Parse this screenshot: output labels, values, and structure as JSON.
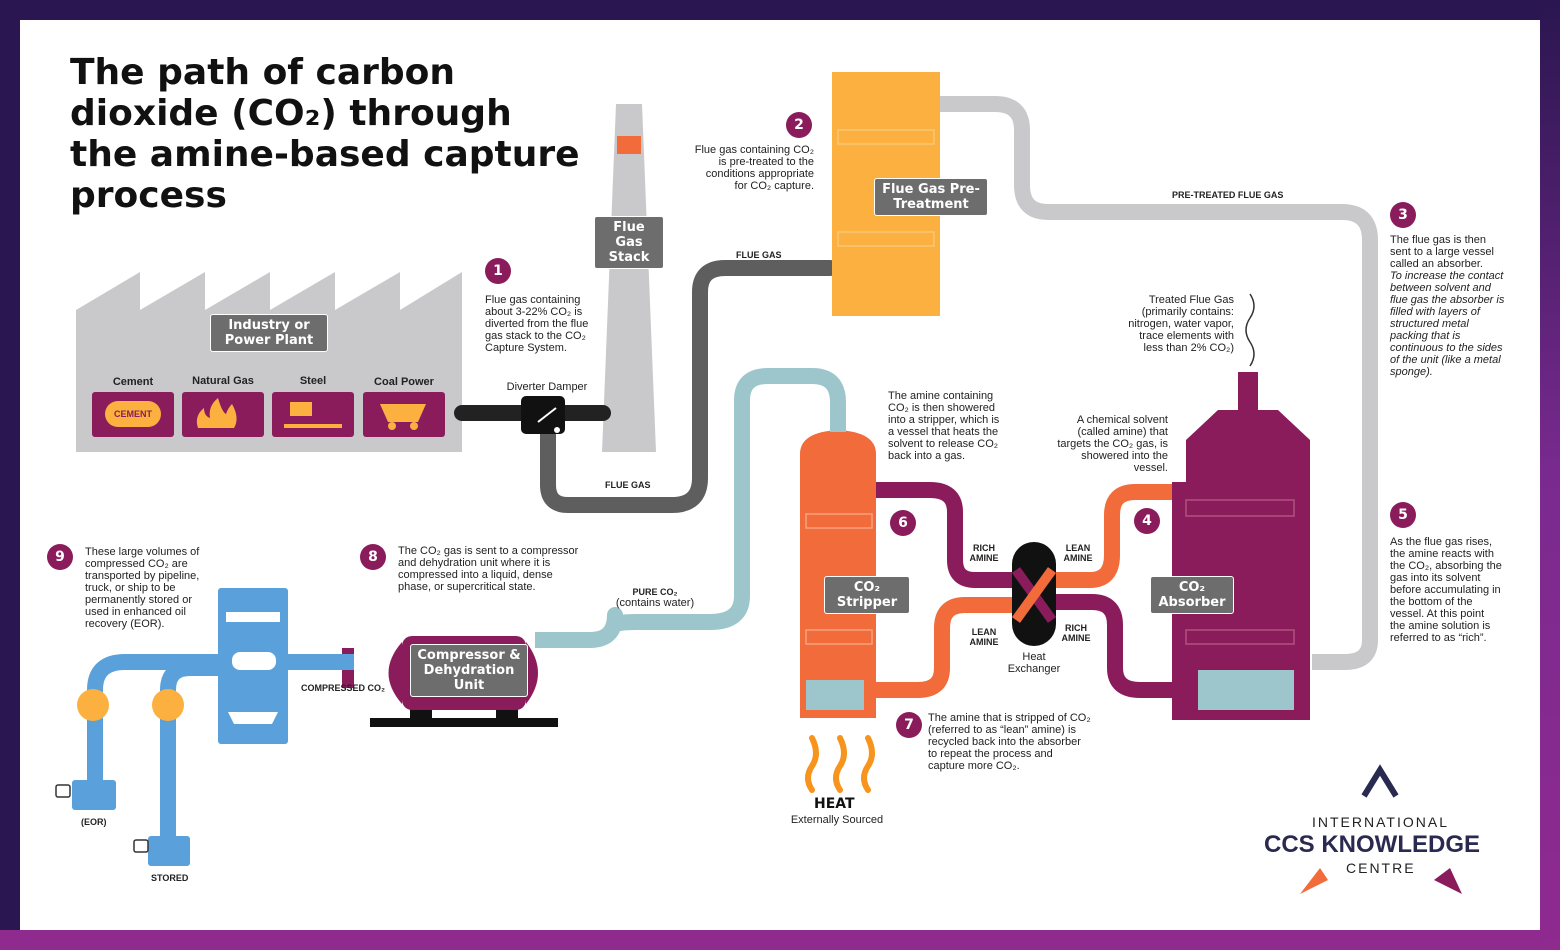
{
  "title": "The path of carbon dioxide (CO₂) through the amine-based capture process",
  "steps": [
    {
      "num": "1",
      "text": "Flue gas containing about 3-22% CO₂ is diverted from the flue gas stack to the CO₂ Capture System."
    },
    {
      "num": "2",
      "text": "Flue gas containing CO₂ is pre-treated to the conditions appropriate for CO₂ capture."
    },
    {
      "num": "3",
      "text": "The flue gas is then sent to a large vessel called an absorber.",
      "text_italic": "To increase the contact between solvent and flue gas the absorber is filled with layers of structured metal packing that is continuous to the sides of the unit (like a metal sponge)."
    },
    {
      "num": "4",
      "text": "A chemical solvent (called amine) that targets the CO₂ gas, is showered into the vessel."
    },
    {
      "num": "5",
      "text": "As the flue gas rises, the amine reacts with the CO₂, absorbing the gas into its solvent before accumulating in the bottom of the vessel. At this point the amine solution is referred to as “rich”."
    },
    {
      "num": "6",
      "text": "The amine containing CO₂ is then showered into a stripper, which is a vessel that heats the solvent to release CO₂ back into a gas."
    },
    {
      "num": "7",
      "text": "The amine that is stripped of CO₂ (referred to as “lean” amine) is recycled back into the absorber to repeat the process and capture more CO₂."
    },
    {
      "num": "8",
      "text": "The CO₂ gas is sent to a compressor and dehydration unit where it is compressed into a liquid, dense phase, or supercritical state."
    },
    {
      "num": "9",
      "text": "These large volumes of compressed CO₂ are transported by pipeline, truck, or ship to be permanently stored or used in enhanced oil recovery (EOR)."
    }
  ],
  "units": {
    "plant": "Industry or Power Plant",
    "stack": "Flue Gas Stack",
    "pretreat": "Flue Gas Pre-Treatment",
    "stripper": "CO₂ Stripper",
    "absorber": "CO₂ Absorber",
    "compressor": "Compressor & Dehydration Unit",
    "heat_exchanger": "Heat Exchanger",
    "diverter": "Diverter Damper"
  },
  "sources": [
    {
      "label": "Cement",
      "icon_text": "CEMENT"
    },
    {
      "label": "Natural Gas"
    },
    {
      "label": "Steel"
    },
    {
      "label": "Coal Power"
    }
  ],
  "flows": {
    "flue_gas": "FLUE GAS",
    "pretreated": "PRE-TREATED FLUE GAS",
    "pure_co2": "PURE CO₂",
    "pure_co2_sub": "(contains water)",
    "compressed": "COMPRESSED CO₂",
    "rich_amine": "RICH AMINE",
    "lean_amine": "LEAN AMINE"
  },
  "treated_flue_gas": "Treated Flue Gas (primarily contains: nitrogen, water vapor, trace elements with less than 2% CO₂)",
  "heat": {
    "title": "HEAT",
    "sub": "Externally Sourced"
  },
  "storage": {
    "eor": "(EOR)",
    "stored": "STORED"
  },
  "logo": {
    "line1": "INTERNATIONAL",
    "line2": "CCS KNOWLEDGE",
    "line3": "CENTRE"
  },
  "colors": {
    "background": "#2a1650",
    "magenta": "#8b1c5c",
    "orange": "#f26b3a",
    "yellow": "#fbb040",
    "teal": "#9cc6cc",
    "blue": "#5aa0da",
    "grey_pipe": "#c9c9cc",
    "dark_pipe": "#5e5e5e"
  },
  "icons": [
    "cement-icon",
    "flame-icon",
    "ladle-icon",
    "coal-cart-icon",
    "valve-icon",
    "tanker-truck-icon",
    "ship-icon",
    "pump-jack-icon",
    "storage-well-icon",
    "lock-icon",
    "heat-arrows-icon",
    "ccs-logo-icon"
  ]
}
